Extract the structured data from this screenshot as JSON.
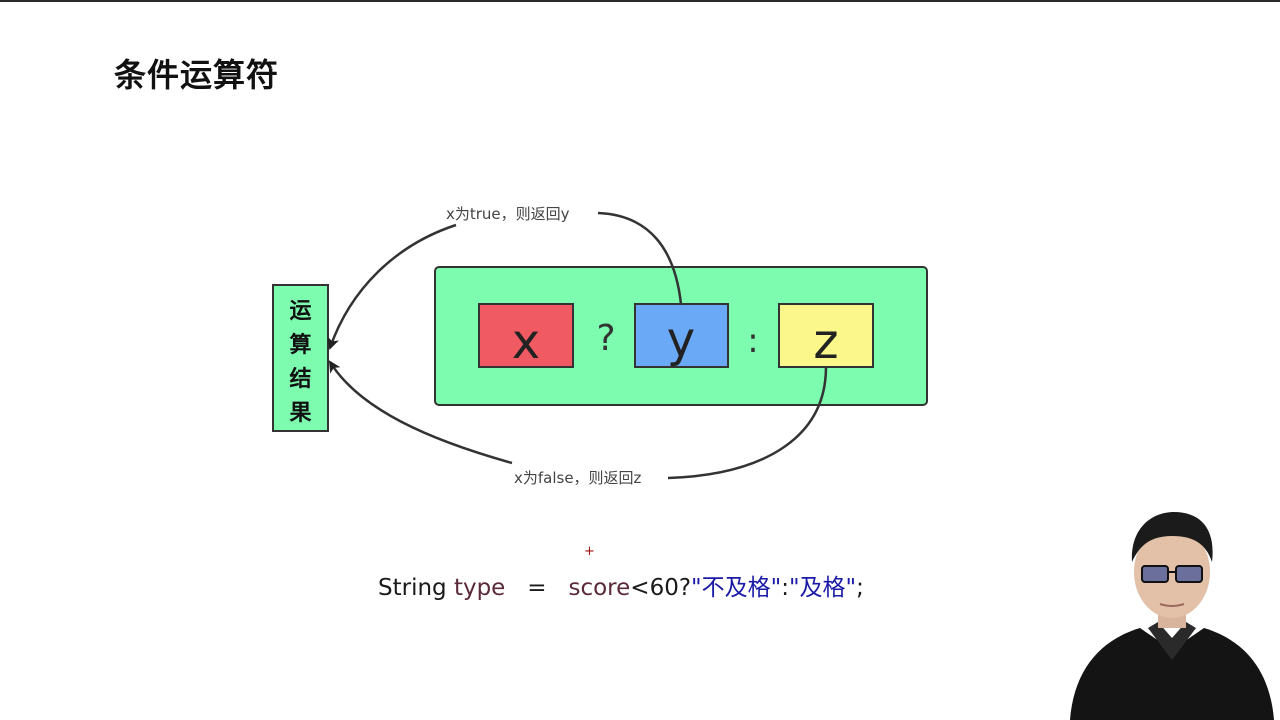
{
  "slide": {
    "title": "条件运算符"
  },
  "diagram": {
    "result_label": [
      "运",
      "算",
      "结",
      "果"
    ],
    "operands": {
      "x": "x",
      "y": "y",
      "z": "z"
    },
    "operators": {
      "question": "?",
      "colon": ":"
    },
    "true_label": "x为true，则返回y",
    "false_label": "x为false，则返回z",
    "colors": {
      "container": "#7dfcb0",
      "x_box": "#ef5a63",
      "y_box": "#6aa9f5",
      "z_box": "#fbf78a",
      "result_box": "#7dfcb0"
    }
  },
  "code": {
    "part_type_kw": "String ",
    "part_var": "type",
    "part_eq": "   =   ",
    "part_score": "score",
    "part_cond": "<60?",
    "part_str1": "\"不及格\"",
    "part_colon": ":",
    "part_str2": "\"及格\"",
    "part_end": ";"
  },
  "cursor_glyph": "+"
}
